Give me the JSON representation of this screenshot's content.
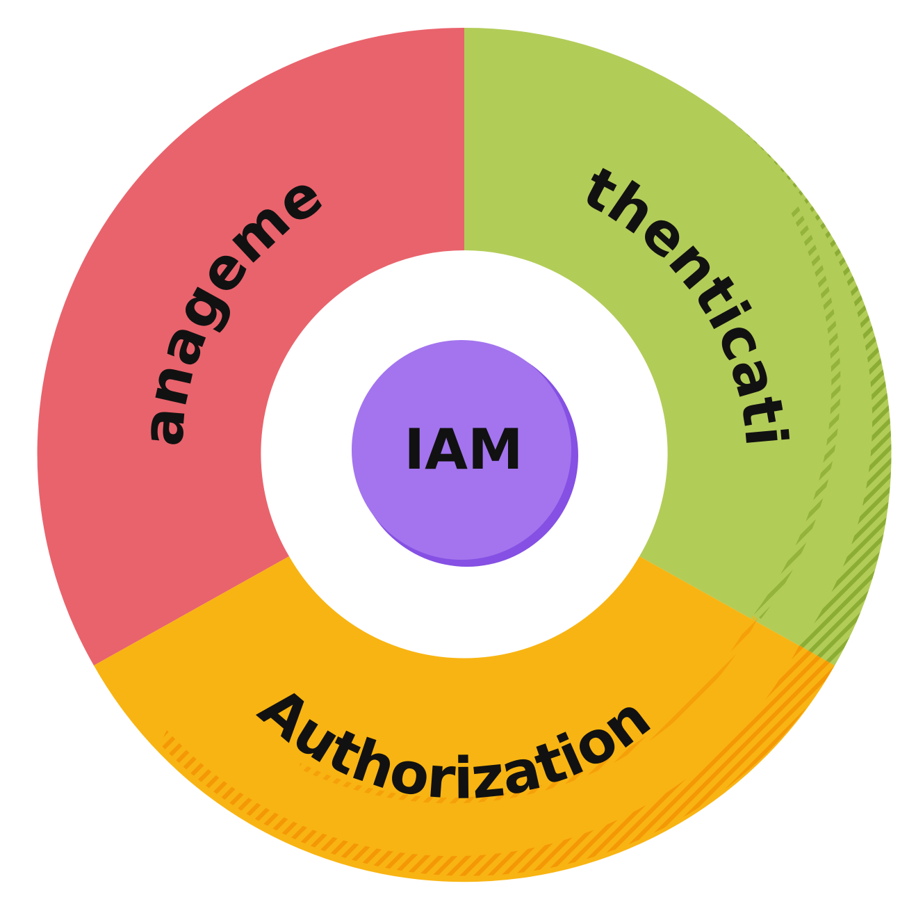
{
  "diagram": {
    "hub": {
      "label": "IAM",
      "color": "#a374ee",
      "shade": "#8550e3"
    },
    "segments": [
      {
        "id": "authentication",
        "label": "Authentication",
        "color": "#b2cc58",
        "shade": "#7fa328"
      },
      {
        "id": "authorization",
        "label": "Authorization",
        "color": "#f8b412",
        "shade": "#f28c00"
      },
      {
        "id": "management",
        "label": "Management",
        "color": "#e9636c"
      }
    ],
    "background": "#ffffff"
  }
}
